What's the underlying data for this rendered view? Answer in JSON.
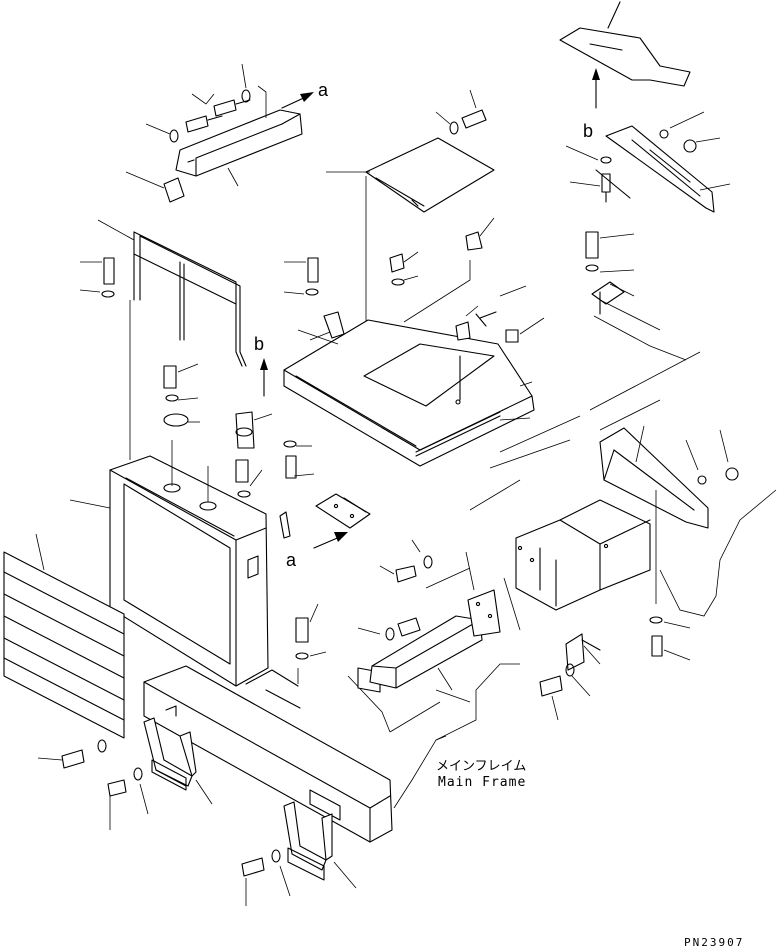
{
  "diagram": {
    "callout_letters": {
      "a_top": "a",
      "a_bottom": "a",
      "b_top": "b",
      "b_mid": "b"
    },
    "main_frame_label_jp": "メインフレイム",
    "main_frame_label_en": "Main Frame",
    "drawing_number": "PN23907",
    "colors": {
      "line": "#000000",
      "background": "#ffffff"
    }
  }
}
